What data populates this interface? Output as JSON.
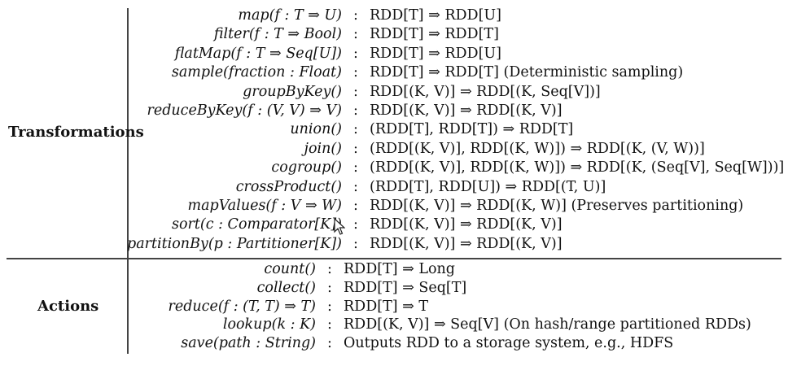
{
  "sections": {
    "transformations_label": "Transformations",
    "actions_label": "Actions"
  },
  "transformations": [
    {
      "signature": "map(f : T ⇒ U)",
      "type": "RDD[T] ⇒ RDD[U]"
    },
    {
      "signature": "filter(f : T ⇒ Bool)",
      "type": "RDD[T] ⇒ RDD[T]"
    },
    {
      "signature": "flatMap(f : T ⇒ Seq[U])",
      "type": "RDD[T] ⇒ RDD[U]"
    },
    {
      "signature": "sample(fraction : Float)",
      "type": "RDD[T] ⇒ RDD[T]  (Deterministic sampling)"
    },
    {
      "signature": "groupByKey()",
      "type": "RDD[(K, V)] ⇒ RDD[(K, Seq[V])]"
    },
    {
      "signature": "reduceByKey(f : (V, V) ⇒ V)",
      "type": "RDD[(K, V)] ⇒ RDD[(K, V)]"
    },
    {
      "signature": "union()",
      "type": "(RDD[T], RDD[T]) ⇒ RDD[T]"
    },
    {
      "signature": "join()",
      "type": "(RDD[(K, V)], RDD[(K, W)]) ⇒ RDD[(K, (V, W))]"
    },
    {
      "signature": "cogroup()",
      "type": "(RDD[(K, V)], RDD[(K, W)]) ⇒ RDD[(K, (Seq[V], Seq[W]))]"
    },
    {
      "signature": "crossProduct()",
      "type": "(RDD[T], RDD[U]) ⇒ RDD[(T, U)]"
    },
    {
      "signature": "mapValues(f : V ⇒ W)",
      "type": "RDD[(K, V)] ⇒ RDD[(K, W)]  (Preserves partitioning)"
    },
    {
      "signature": "sort(c : Comparator[K])",
      "type": "RDD[(K, V)] ⇒ RDD[(K, V)]"
    },
    {
      "signature": "partitionBy(p : Partitioner[K])",
      "type": "RDD[(K, V)] ⇒ RDD[(K, V)]"
    }
  ],
  "actions": [
    {
      "signature": "count()",
      "type": "RDD[T] ⇒ Long"
    },
    {
      "signature": "collect()",
      "type": "RDD[T] ⇒ Seq[T]"
    },
    {
      "signature": "reduce(f : (T, T) ⇒ T)",
      "type": "RDD[T] ⇒ T"
    },
    {
      "signature": "lookup(k : K)",
      "type": "RDD[(K, V)] ⇒ Seq[V]  (On hash/range partitioned RDDs)"
    },
    {
      "signature": "save(path : String)",
      "type": "Outputs RDD to a storage system, e.g., HDFS"
    }
  ],
  "separator": ":",
  "icons": {
    "cursor": "mouse-pointer-icon"
  }
}
